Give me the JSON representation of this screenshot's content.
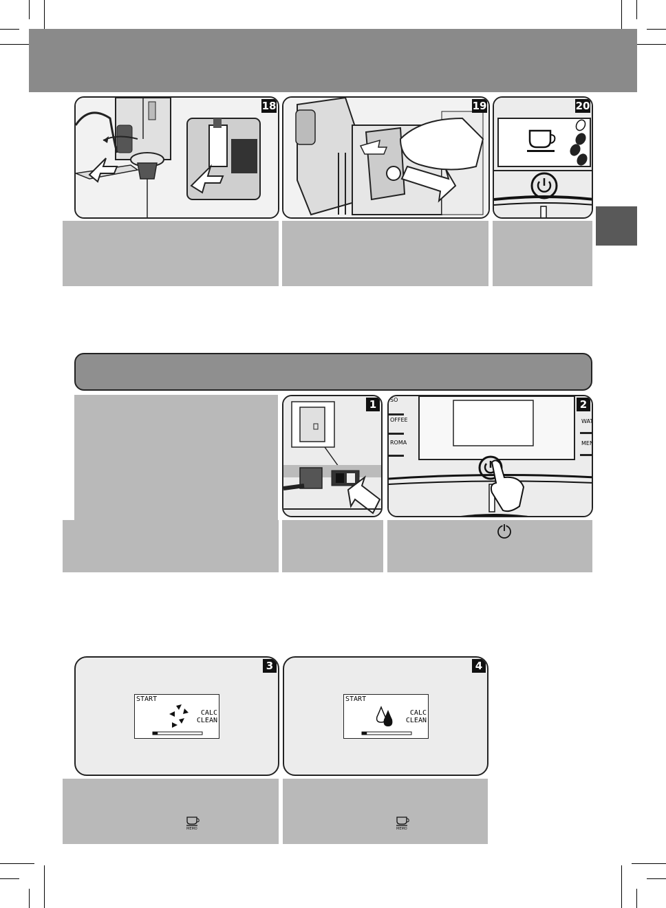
{
  "steps": {
    "s18": "18",
    "s19": "19",
    "s20": "20",
    "s1": "1",
    "s2": "2",
    "s3": "3",
    "s4": "4"
  },
  "panel2": {
    "labels_left": [
      "SO",
      "OFFEE",
      "ROMA"
    ],
    "labels_right": [
      "WAT",
      "MEN"
    ]
  },
  "display3": {
    "title": "START",
    "line1": "CALC",
    "line2": "CLEAN",
    "progress": 0.1
  },
  "display4": {
    "title": "START",
    "line1": "CALC",
    "line2": "CLEAN",
    "progress": 0.1
  },
  "memo_label": "MEMO",
  "icons": [
    "power-icon",
    "cup-icon",
    "coffee-bean-icon",
    "drop-icon",
    "arrow-icon",
    "hand-icon",
    "memo-cup-icon"
  ],
  "colors": {
    "header": "#8a8a8a",
    "caption_box": "#b9b9b9",
    "tab": "#595959"
  }
}
